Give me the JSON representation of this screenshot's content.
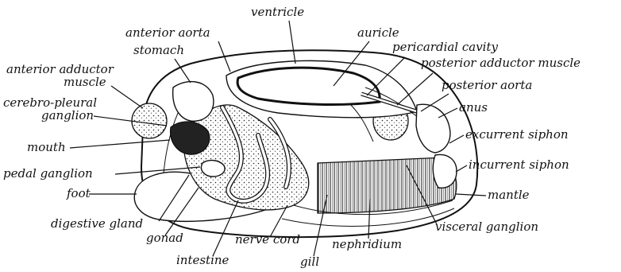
{
  "labels": {
    "ventricle": "ventricle",
    "anterior_aorta": "anterior aorta",
    "auricle": "auricle",
    "pericardial_cavity": "pericardial cavity",
    "stomach": "stomach",
    "posterior_adductor_muscle": "posterior adductor muscle",
    "anterior_adductor_muscle_1": "anterior adductor",
    "anterior_adductor_muscle_2": "muscle",
    "posterior_aorta": "posterior aorta",
    "cerebro_pleural_ganglion_1": "cerebro-pleural",
    "cerebro_pleural_ganglion_2": "ganglion",
    "anus": "anus",
    "excurrent_siphon": "excurrent siphon",
    "mouth": "mouth",
    "incurrent_siphon": "incurrent siphon",
    "pedal_ganglion": "pedal ganglion",
    "foot": "foot",
    "mantle": "mantle",
    "digestive_gland": "digestive gland",
    "visceral_ganglion": "visceral ganglion",
    "gonad": "gonad",
    "nerve_cord": "nerve cord",
    "nephridium": "nephridium",
    "intestine": "intestine",
    "gill": "gill"
  }
}
